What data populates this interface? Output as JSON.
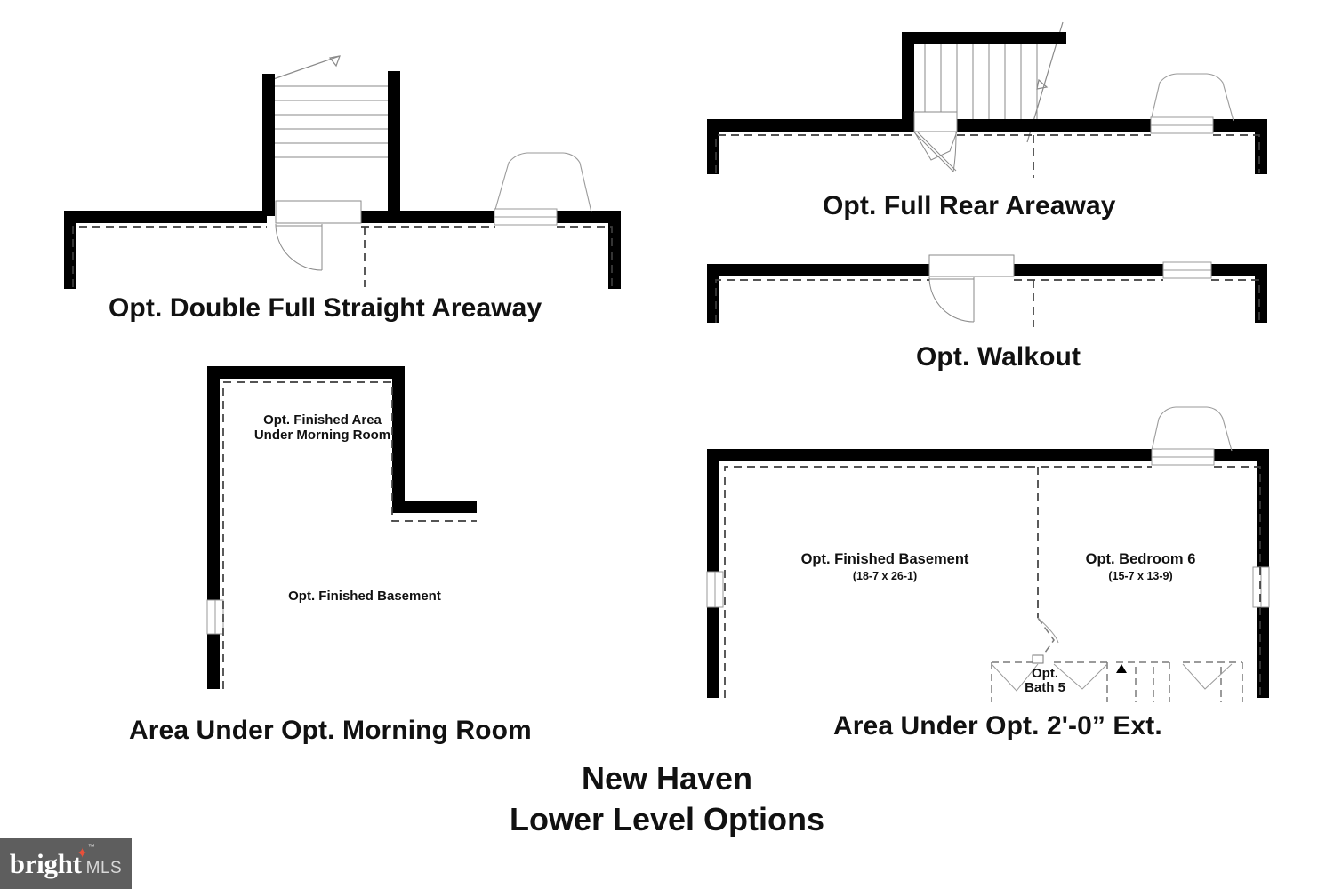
{
  "document": {
    "title_line1": "New Haven",
    "title_line2": "Lower Level Options",
    "type": "architectural-floor-plan-options-sheet"
  },
  "plans": [
    {
      "id": "opt-double-full-straight-areaway",
      "caption": "Opt. Double Full Straight Areaway",
      "features": [
        "exterior-foundation-wall",
        "stair-run",
        "entry-door",
        "window",
        "window-well"
      ],
      "labels": []
    },
    {
      "id": "opt-full-rear-areaway",
      "caption": "Opt. Full Rear Areaway",
      "features": [
        "exterior-foundation-wall",
        "stair-run",
        "entry-door",
        "window",
        "window-well"
      ],
      "labels": []
    },
    {
      "id": "opt-walkout",
      "caption": "Opt. Walkout",
      "features": [
        "exterior-foundation-wall",
        "entry-door",
        "window"
      ],
      "labels": []
    },
    {
      "id": "area-under-opt-morning-room",
      "caption": "Area Under Opt. Morning Room",
      "features": [
        "exterior-foundation-wall",
        "window"
      ],
      "labels": [
        {
          "name": "opt-finished-area-under-morning-room",
          "line1": "Opt. Finished Area",
          "line2": "Under Morning Room"
        },
        {
          "name": "opt-finished-basement",
          "line1": "Opt. Finished Basement",
          "line2": ""
        }
      ]
    },
    {
      "id": "area-under-opt-2-0-ext",
      "caption": "Area Under Opt. 2'-0” Ext.",
      "features": [
        "exterior-foundation-wall",
        "partition-wall",
        "window",
        "window-well",
        "bath-fixtures",
        "closets"
      ],
      "labels": [
        {
          "name": "opt-finished-basement",
          "line1": "Opt. Finished Basement",
          "line2": "(18-7 x 26-1)"
        },
        {
          "name": "opt-bedroom-6",
          "line1": "Opt. Bedroom 6",
          "line2": "(15-7 x 13-9)"
        },
        {
          "name": "opt-bath-5",
          "line1": "Opt.",
          "line2": "Bath 5"
        }
      ]
    }
  ],
  "watermark": {
    "brand": "bright",
    "suffix": "MLS",
    "trademark": "™",
    "background_color": "#5e5e5e",
    "accent_color": "#e8503a"
  },
  "colors": {
    "wall": "#000000",
    "page_background": "#ffffff",
    "dashed_line": "#4d4d4d",
    "thin_line": "#7a7a7a"
  }
}
